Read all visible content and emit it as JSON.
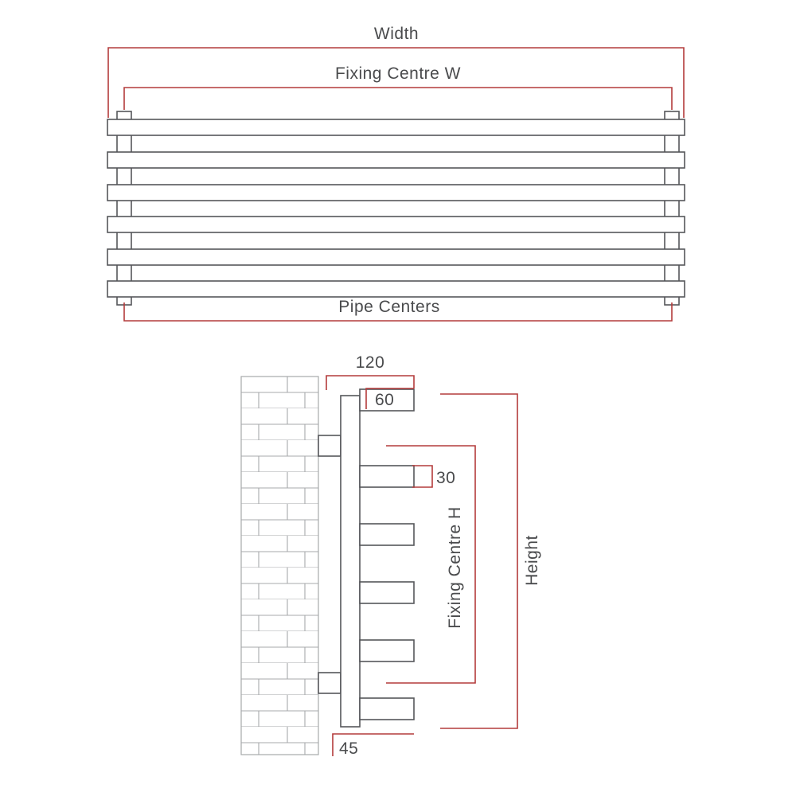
{
  "diagram": {
    "front_view": {
      "width_label": "Width",
      "fixing_centre_w_label": "Fixing Centre W",
      "pipe_centers_label": "Pipe Centers"
    },
    "side_view": {
      "depth_label": "120",
      "tube_depth_label": "60",
      "tube_height_label": "30",
      "bottom_offset_label": "45",
      "fixing_centre_h_label": "Fixing Centre H",
      "height_label": "Height"
    }
  },
  "colors": {
    "outline": "#55565a",
    "dimension": "#b43b3b",
    "brick": "#a7a9ab",
    "text": "#4a4b4d"
  }
}
